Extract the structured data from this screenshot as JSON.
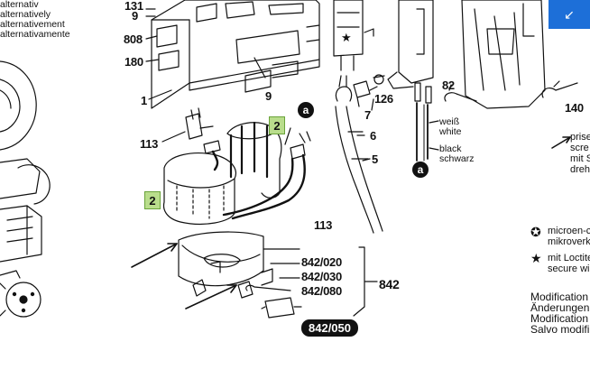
{
  "alt_text": {
    "lines": [
      "alternativ",
      "alternatively",
      "alternativement",
      "alternativamente"
    ]
  },
  "labels": {
    "p131": "131",
    "p9a": "9",
    "p808": "808",
    "p180": "180",
    "p1": "1",
    "p9b": "9",
    "p113a": "113",
    "p2a": "2",
    "p2b": "2",
    "pa1": "a",
    "p126": "126",
    "p7": "7",
    "p6": "6",
    "p5": "5",
    "p82": "82",
    "p140": "140",
    "p113b": "113",
    "pa2": "a",
    "p842_020": "842/020",
    "p842_030": "842/030",
    "p842_080": "842/080",
    "p842": "842",
    "p842_050": "842/050"
  },
  "wires": {
    "white_de": "weiß",
    "white_en": "white",
    "black_en": "black",
    "black_de": "schwarz"
  },
  "notes": {
    "press_lines": [
      "prise",
      "scre",
      "mit Sc",
      "dreher"
    ],
    "microen_lines": [
      "microen-c",
      "mikroverk"
    ],
    "loctite_lines": [
      "mit Loctite",
      "secure wi"
    ],
    "modification_lines": [
      "Modification",
      "Änderungen",
      "Modification",
      "Salvo modifi"
    ]
  },
  "corner": {
    "icon": "corner-arrow-icon",
    "symbol": "↙",
    "color": "#1d6fd8"
  },
  "colors": {
    "green_box": "#b9dd8c",
    "ink": "#111111"
  }
}
